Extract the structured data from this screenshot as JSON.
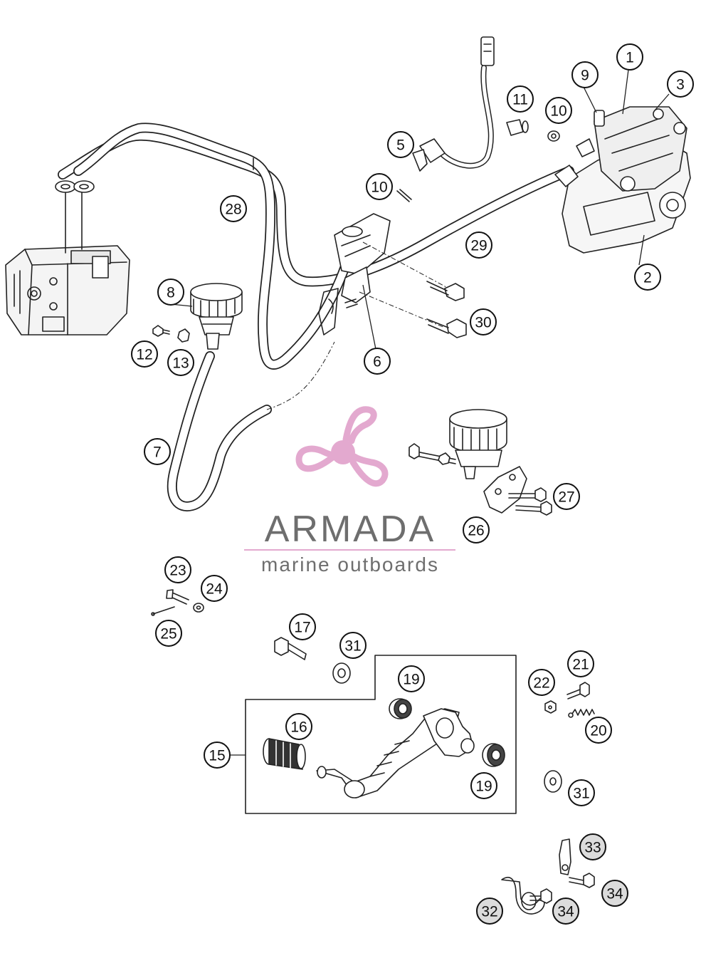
{
  "watermark": {
    "brand": "ARMADA",
    "tagline": "marine outboards",
    "logo_color": "#e3a9cf",
    "text_color": "#6e6e6e"
  },
  "callouts": [
    {
      "id": "c1",
      "label": "1"
    },
    {
      "id": "c2",
      "label": "2"
    },
    {
      "id": "c3",
      "label": "3"
    },
    {
      "id": "c5",
      "label": "5"
    },
    {
      "id": "c6",
      "label": "6"
    },
    {
      "id": "c7",
      "label": "7"
    },
    {
      "id": "c8",
      "label": "8"
    },
    {
      "id": "c9",
      "label": "9"
    },
    {
      "id": "c10a",
      "label": "10"
    },
    {
      "id": "c10b",
      "label": "10"
    },
    {
      "id": "c11",
      "label": "11"
    },
    {
      "id": "c12",
      "label": "12"
    },
    {
      "id": "c13",
      "label": "13"
    },
    {
      "id": "c15",
      "label": "15"
    },
    {
      "id": "c16",
      "label": "16"
    },
    {
      "id": "c17",
      "label": "17"
    },
    {
      "id": "c19a",
      "label": "19"
    },
    {
      "id": "c19b",
      "label": "19"
    },
    {
      "id": "c20",
      "label": "20"
    },
    {
      "id": "c21",
      "label": "21"
    },
    {
      "id": "c22",
      "label": "22"
    },
    {
      "id": "c23",
      "label": "23"
    },
    {
      "id": "c24",
      "label": "24"
    },
    {
      "id": "c25",
      "label": "25"
    },
    {
      "id": "c26",
      "label": "26"
    },
    {
      "id": "c27",
      "label": "27"
    },
    {
      "id": "c28",
      "label": "28"
    },
    {
      "id": "c29",
      "label": "29"
    },
    {
      "id": "c30",
      "label": "30"
    },
    {
      "id": "c31a",
      "label": "31"
    },
    {
      "id": "c31b",
      "label": "31"
    },
    {
      "id": "c32",
      "label": "32"
    },
    {
      "id": "c33",
      "label": "33"
    },
    {
      "id": "c34a",
      "label": "34"
    },
    {
      "id": "c34b",
      "label": "34"
    }
  ]
}
